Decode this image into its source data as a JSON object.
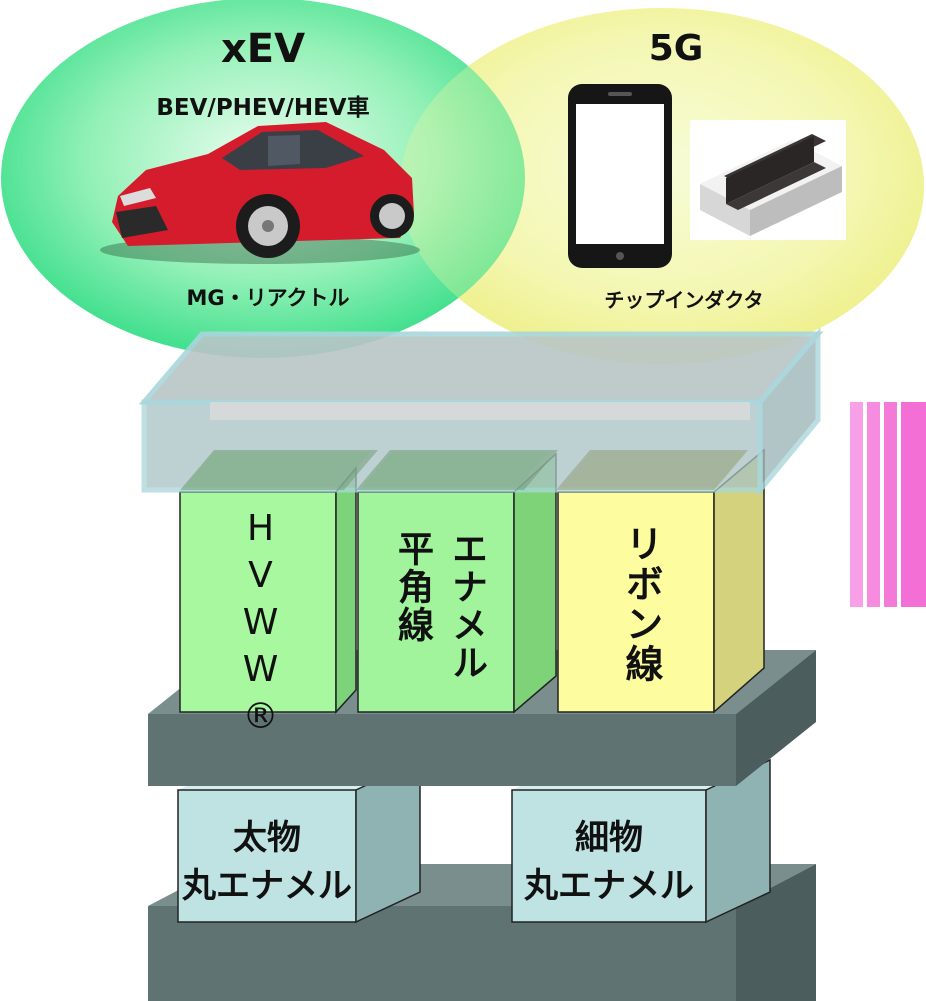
{
  "top": {
    "xev": {
      "title": "xEV",
      "subtitle": "BEV/PHEV/HEV車",
      "caption": "MG・リアクトル"
    },
    "g5": {
      "title": "5G",
      "caption": "チップインダクタ"
    }
  },
  "products": {
    "hvww": "HVWW®",
    "enamel_flat": [
      "エナメル",
      "平角線"
    ],
    "ribbon": "リボン線",
    "thick_round": [
      "太物",
      "丸エナメル"
    ],
    "thin_round": [
      "細物",
      "丸エナメル"
    ]
  },
  "colors": {
    "green_ellipse": "#2fe08a",
    "yellow_ellipse": "#f4f07a",
    "hvww_box": "#a8f8a0",
    "enamel_box": "#a2f49c",
    "ribbon_box": "#fdfda0",
    "slab": "#5f7373",
    "base_box": "#bfe3e3",
    "glass": "#a9d6dc",
    "stripe_pink": "#f36fd6"
  }
}
